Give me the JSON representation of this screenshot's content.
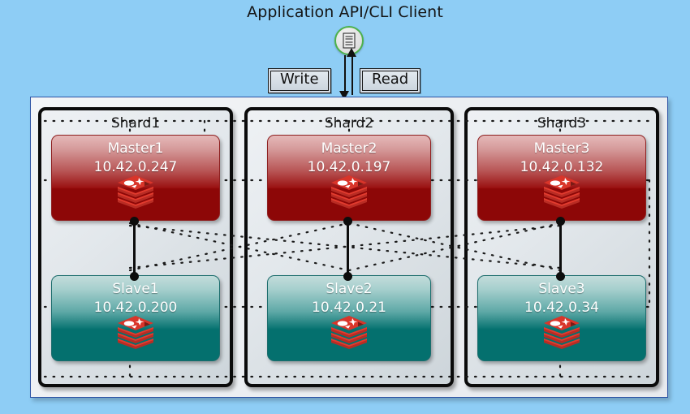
{
  "diagram": {
    "title": "Application API/CLI Client",
    "client_icon": "document-icon",
    "operations": {
      "write_label": "Write",
      "read_label": "Read"
    },
    "background_color": "#8ecdf5",
    "accent_colors": {
      "master": "#8d0707",
      "slave": "#04706e",
      "frame_border": "#2d53a4",
      "client_ring": "#4cb14c"
    },
    "shards": [
      {
        "label": "Shard1",
        "master": {
          "name": "Master1",
          "ip": "10.42.0.247",
          "role": "master",
          "logo": "redis-logo"
        },
        "slave": {
          "name": "Slave1",
          "ip": "10.42.0.200",
          "role": "slave",
          "logo": "redis-logo"
        }
      },
      {
        "label": "Shard2",
        "master": {
          "name": "Master2",
          "ip": "10.42.0.197",
          "role": "master",
          "logo": "redis-logo"
        },
        "slave": {
          "name": "Slave2",
          "ip": "10.42.0.21",
          "role": "slave",
          "logo": "redis-logo"
        }
      },
      {
        "label": "Shard3",
        "master": {
          "name": "Master3",
          "ip": "10.42.0.132",
          "role": "master",
          "logo": "redis-logo"
        },
        "slave": {
          "name": "Slave3",
          "ip": "10.42.0.34",
          "role": "slave",
          "logo": "redis-logo"
        }
      }
    ]
  }
}
